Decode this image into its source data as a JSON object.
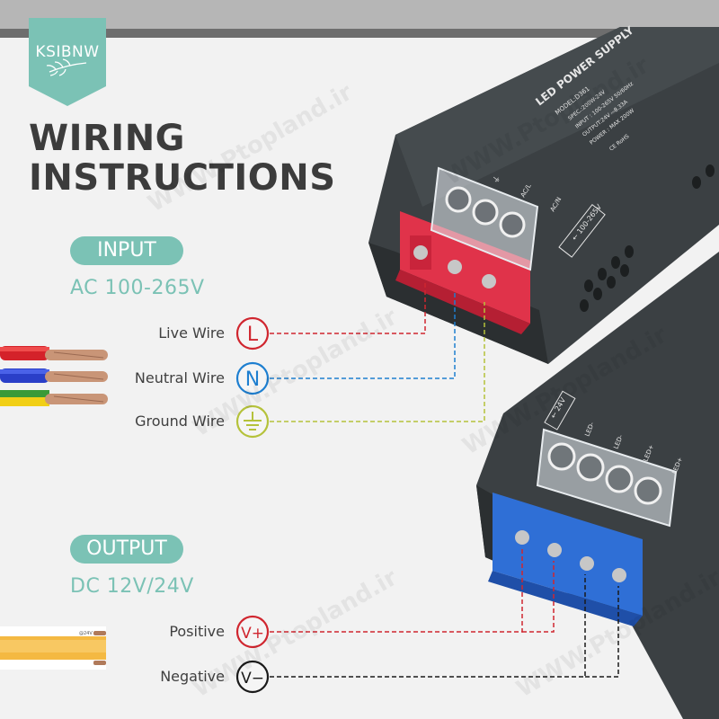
{
  "brand": {
    "logo_text": "KSIBNW"
  },
  "title": {
    "line1": "WIRING",
    "line2": "INSTRUCTIONS"
  },
  "input": {
    "pill": "INPUT",
    "spec": "AC 100-265V",
    "wires": [
      {
        "label": "Live Wire",
        "symbol": "L",
        "color": "#d0262f"
      },
      {
        "label": "Neutral Wire",
        "symbol": "N",
        "color": "#1e7fd0"
      },
      {
        "label": "Ground Wire",
        "symbol": "⏚",
        "color": "#b5c23b"
      }
    ]
  },
  "output": {
    "pill": "OUTPUT",
    "spec": "DC 12V/24V",
    "wires": [
      {
        "label": "Positive",
        "symbol": "V+",
        "color": "#d0262f"
      },
      {
        "label": "Negative",
        "symbol": "V−",
        "color": "#1a1a1a"
      }
    ],
    "strip_label": "@24V"
  },
  "device": {
    "heading": "LED POWER SUPPLY",
    "model": "MODEL:D361",
    "spec": "SPEC.:200W-24V",
    "input": "INPUT : 100-265V 50/60Hz",
    "output": "OUTPUT:24V ⎓8.33A",
    "power": "POWER : MAX 200W",
    "cert": "CE RoHS",
    "input_labels": [
      "⏚",
      "AC/L",
      "AC/N"
    ],
    "input_range": "← 100-265V",
    "output_range": "← 24V",
    "output_labels": [
      "LED-",
      "LED-",
      "LED+",
      "LED+"
    ]
  },
  "watermark": "WWW.Ptopland.ir",
  "colors": {
    "accent": "#7bc2b5",
    "live": "#d0262f",
    "neutral": "#1e7fd0",
    "ground": "#b5c23b",
    "terminal_red": "#e0334a",
    "terminal_blue": "#2f6fd6",
    "body": "#3a3f42"
  }
}
